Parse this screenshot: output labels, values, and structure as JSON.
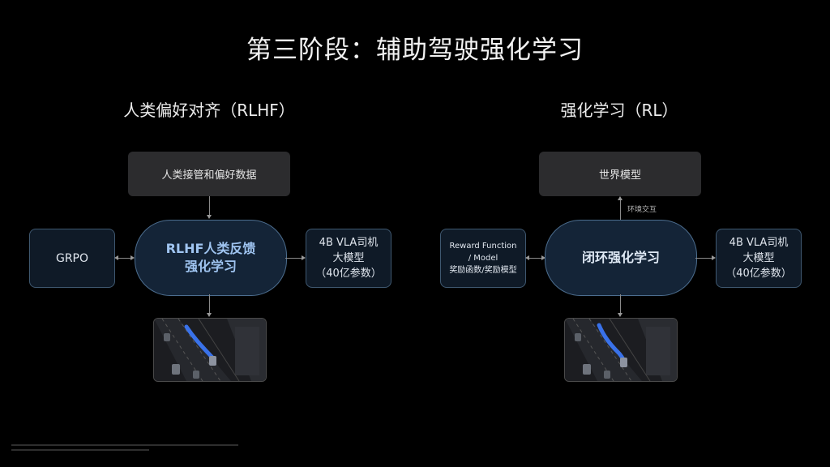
{
  "title": "第三阶段：辅助驾驶强化学习",
  "left": {
    "subtitle": "人类偏好对齐（RLHF）",
    "top_box": "人类接管和偏好数据",
    "left_box": "GRPO",
    "center_line1": "RLHF人类反馈",
    "center_line2": "强化学习",
    "right_line1": "4B VLA司机",
    "right_line2": "大模型",
    "right_line3": "（40亿参数）"
  },
  "right": {
    "subtitle": "强化学习（RL）",
    "top_box": "世界模型",
    "edge_label": "环境交互",
    "left_line1": "Reward Function",
    "left_line2": "/ Model",
    "left_line3": "奖励函数/奖励模型",
    "center_label": "闭环强化学习",
    "right_line1": "4B VLA司机",
    "right_line2": "大模型",
    "right_line3": "（40亿参数）"
  },
  "colors": {
    "background": "#000000",
    "pill_text_left": "#9fc4f0",
    "pill_text_right": "#dfe9f5",
    "trajectory": "#3d7bff"
  }
}
